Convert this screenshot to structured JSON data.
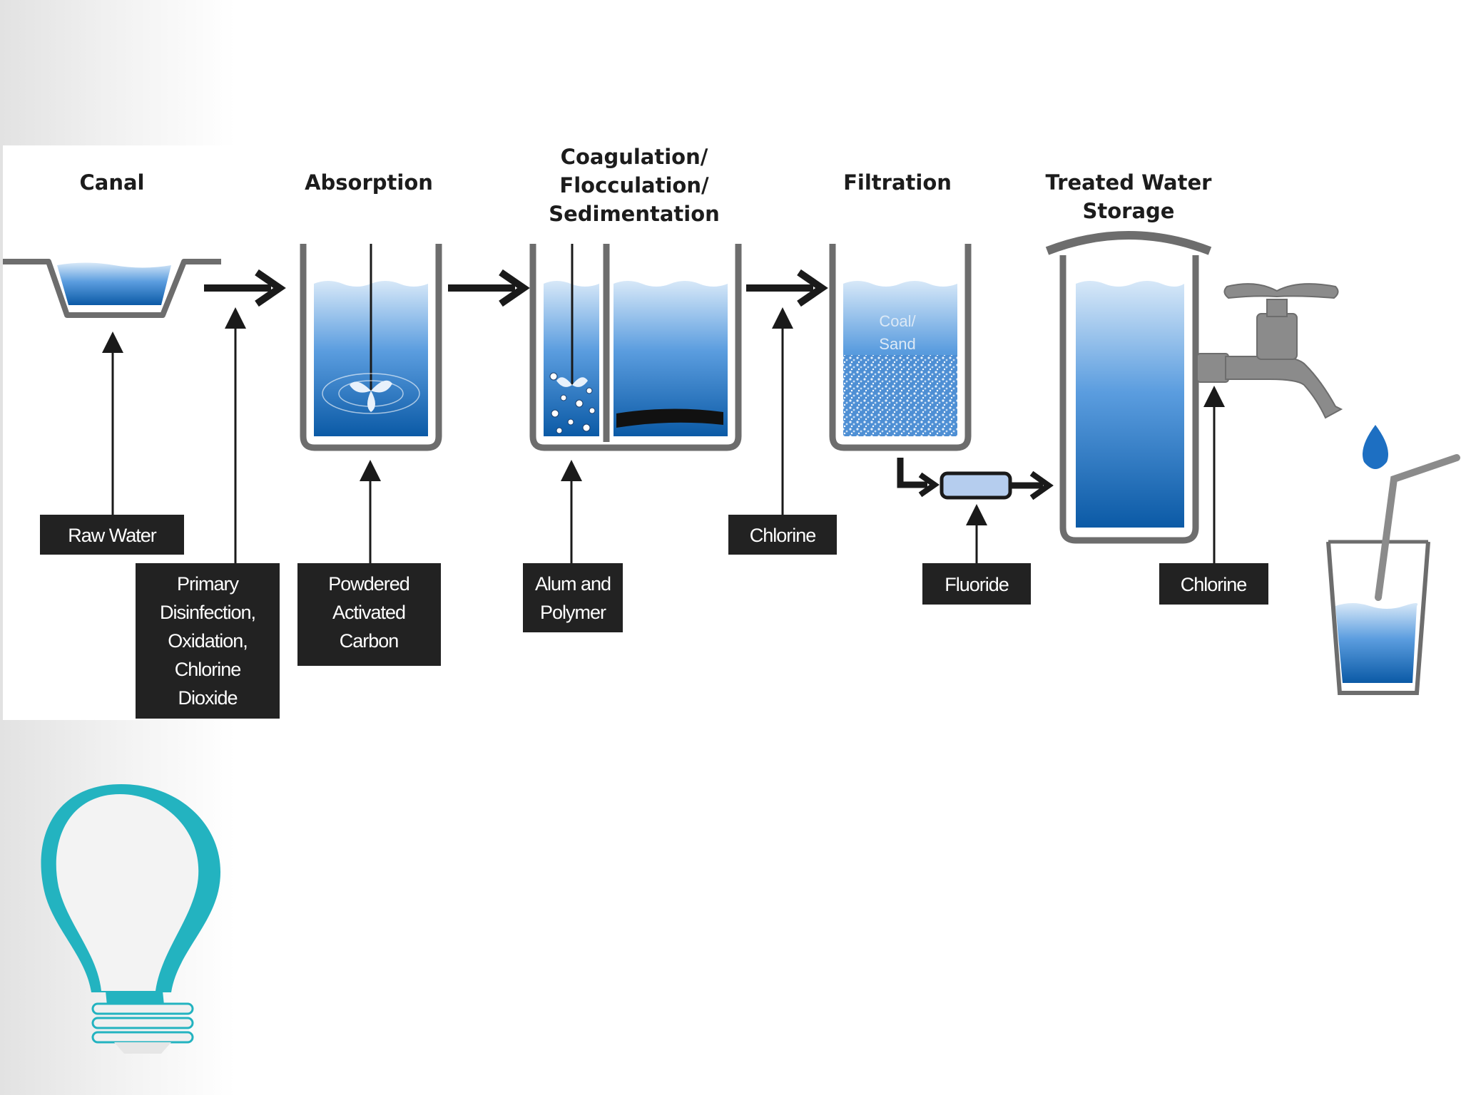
{
  "stages": {
    "canal": "Canal",
    "absorption": "Absorption",
    "coag_line1": "Coagulation/",
    "coag_line2": "Flocculation/",
    "coag_line3": "Sedimentation",
    "filtration": "Filtration",
    "storage_line1": "Treated Water",
    "storage_line2": "Storage"
  },
  "inner_labels": {
    "coal": "Coal/",
    "sand": "Sand"
  },
  "labels": {
    "raw_water": "Raw Water",
    "primary": [
      "Primary",
      "Disinfection,",
      "Oxidation,",
      "Chlorine",
      "Dioxide"
    ],
    "pac": [
      "Powdered",
      "Activated",
      "Carbon"
    ],
    "alum": [
      "Alum and",
      "Polymer"
    ],
    "chlorine_1": "Chlorine",
    "fluoride": "Fluoride",
    "chlorine_2": "Chlorine"
  },
  "icons": [
    "right-arrow-icon",
    "up-arrow-icon",
    "water-tank-icon",
    "faucet-icon",
    "water-drop-icon",
    "drinking-glass-icon",
    "light-bulb-icon"
  ],
  "colors": {
    "water_top": "#cfe3f6",
    "water_mid": "#4a90d9",
    "water_bottom": "#0a5aa8",
    "tank_outline": "#6d6d6d",
    "label_box": "#222222",
    "arrow": "#1a1a1a",
    "bulb_teal": "#23b3c0"
  }
}
